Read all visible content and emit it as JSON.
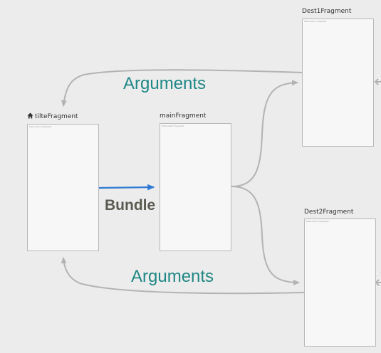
{
  "fragments": {
    "title": {
      "label": "tilteFragment",
      "inner_text": "Hello blank fragment",
      "start_destination_icon": "home-icon"
    },
    "main": {
      "label": "mainFragment",
      "inner_text": "Hello blank fragment"
    },
    "dest1": {
      "label": "Dest1Fragment",
      "inner_text": "Hello blank fragment"
    },
    "dest2": {
      "label": "Dest2Fragment",
      "inner_text": "Hello blank fragment"
    }
  },
  "actions": {
    "bundle": {
      "label": "Bundle",
      "color": "#2f7bd3"
    },
    "arguments_top": {
      "label": "Arguments",
      "color": "#b3b3b3"
    },
    "arguments_bottom": {
      "label": "Arguments",
      "color": "#b3b3b3"
    }
  },
  "colors": {
    "label_teal": "#1f8785",
    "bundle_text": "#5a5a50",
    "connector": "#b3b3b3"
  }
}
